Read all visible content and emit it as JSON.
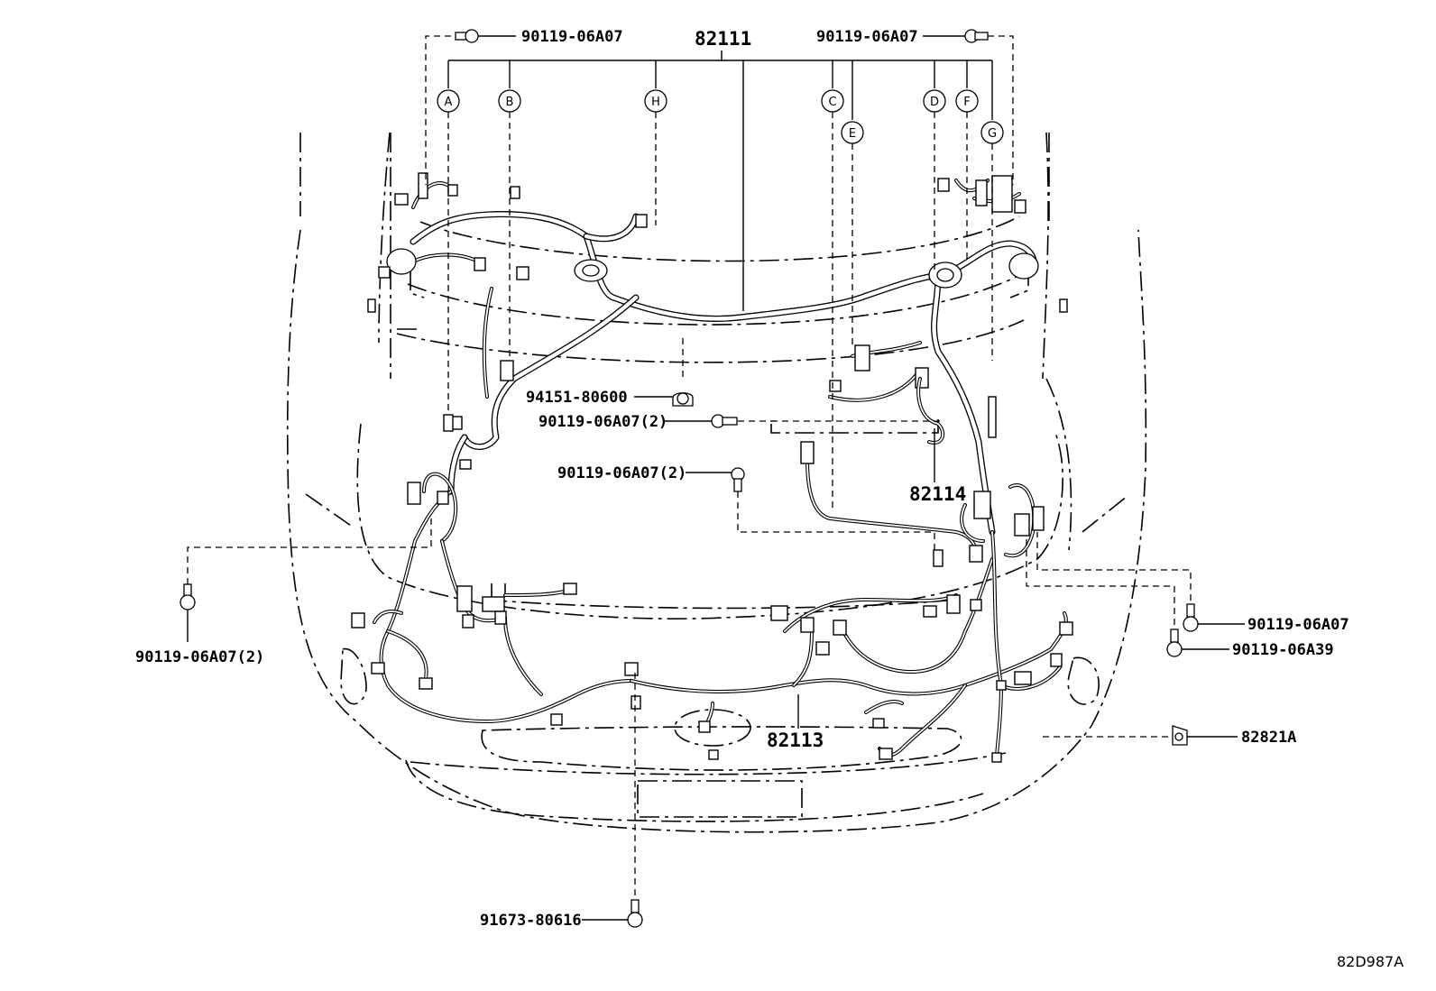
{
  "diagram_ref": "82D987A",
  "labels": {
    "main_harness": "82111",
    "front_harness": "82113",
    "sub_harness": "82114",
    "clip": "82821A",
    "bolt_top_left": "90119-06A07",
    "bolt_top_right": "90119-06A07",
    "clamp_center": "94151-80600",
    "bolt_center_1": "90119-06A07(2)",
    "bolt_center_2": "90119-06A07(2)",
    "bolt_left": "90119-06A07(2)",
    "bolt_right_1": "90119-06A07",
    "bolt_right_2": "90119-06A39",
    "bolt_bottom": "91673-80616"
  },
  "branches": [
    "A",
    "B",
    "H",
    "C",
    "E",
    "D",
    "F",
    "G"
  ]
}
